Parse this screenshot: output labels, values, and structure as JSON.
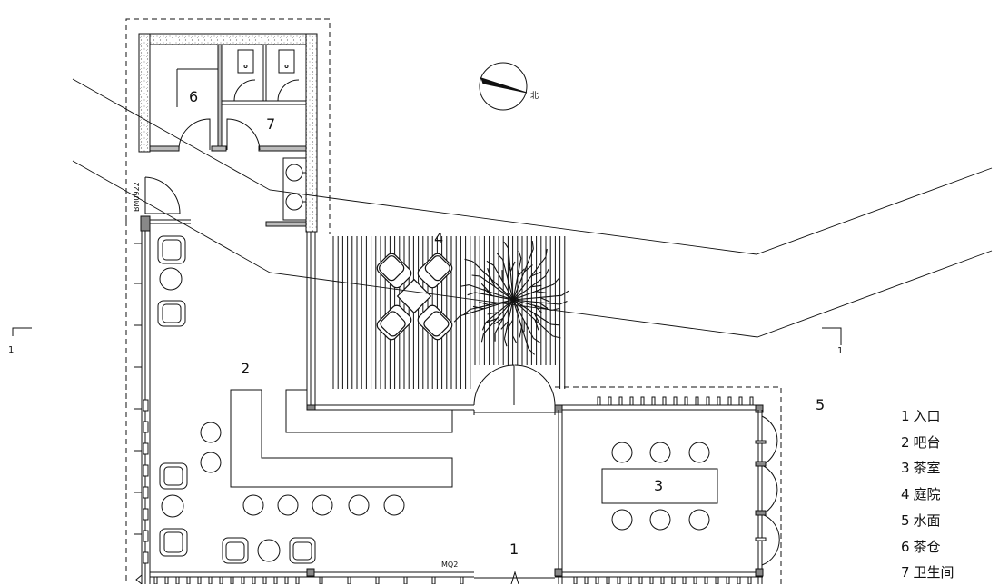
{
  "rooms": [
    {
      "id": "6"
    },
    {
      "id": "7"
    },
    {
      "id": "4"
    },
    {
      "id": "2"
    },
    {
      "id": "5"
    },
    {
      "id": "3"
    },
    {
      "id": "1"
    }
  ],
  "tags": {
    "door_bm": "BM0922",
    "door_mq": "MQ2",
    "north_char": "北"
  },
  "section_marks": [
    "1",
    "1"
  ],
  "legend": [
    {
      "num": "1",
      "label": "入口"
    },
    {
      "num": "2",
      "label": "吧台"
    },
    {
      "num": "3",
      "label": "茶室"
    },
    {
      "num": "4",
      "label": "庭院"
    },
    {
      "num": "5",
      "label": "水面"
    },
    {
      "num": "6",
      "label": "茶仓"
    },
    {
      "num": "7",
      "label": "卫生间"
    }
  ],
  "colors": {
    "line": "#111111",
    "hatch": "#555555"
  }
}
